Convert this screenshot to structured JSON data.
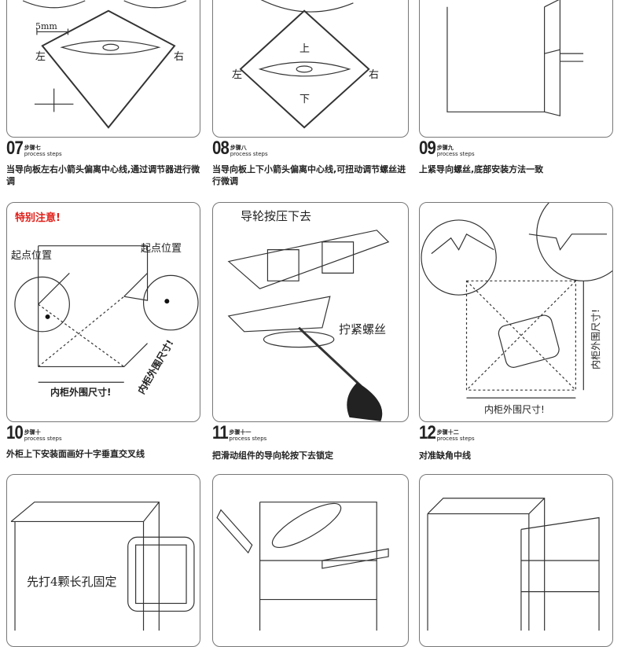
{
  "steps": [
    {
      "num": "07",
      "cn": "步骤七",
      "en": "process steps",
      "desc": "当导向板左右小箭头偏离中心线,通过调节器进行微调"
    },
    {
      "num": "08",
      "cn": "步骤八",
      "en": "process steps",
      "desc": "当导向板上下小箭头偏离中心线,可扭动调节螺丝进行微调"
    },
    {
      "num": "09",
      "cn": "步骤九",
      "en": "process steps",
      "desc": "上紧导向螺丝,底部安装方法一致"
    },
    {
      "num": "10",
      "cn": "步骤十",
      "en": "process steps",
      "desc": "外柜上下安装面画好十字垂直交叉线"
    },
    {
      "num": "11",
      "cn": "步骤十一",
      "en": "process steps",
      "desc": "把滑动组件的导向轮按下去锁定"
    },
    {
      "num": "12",
      "cn": "步骤十二",
      "en": "process steps",
      "desc": "对准缺角中线"
    }
  ],
  "panel7": {
    "dim": "5mm",
    "left": "左",
    "right": "右"
  },
  "panel8": {
    "up": "上",
    "down": "下",
    "left": "左",
    "right": "右"
  },
  "panel10": {
    "warning": "特别注意!",
    "start_left": "起点位置",
    "start_right": "起点位置",
    "dim_bottom": "内柜外围尺寸!",
    "dim_side": "内柜外围尺寸!"
  },
  "panel11": {
    "press": "导轮按压下去",
    "tighten": "拧紧螺丝"
  },
  "panel12": {
    "dim_side": "内柜外围尺寸!",
    "dim_bottom": "内柜外围尺寸!"
  },
  "panel13": {
    "note": "先打4颗长孔固定"
  }
}
